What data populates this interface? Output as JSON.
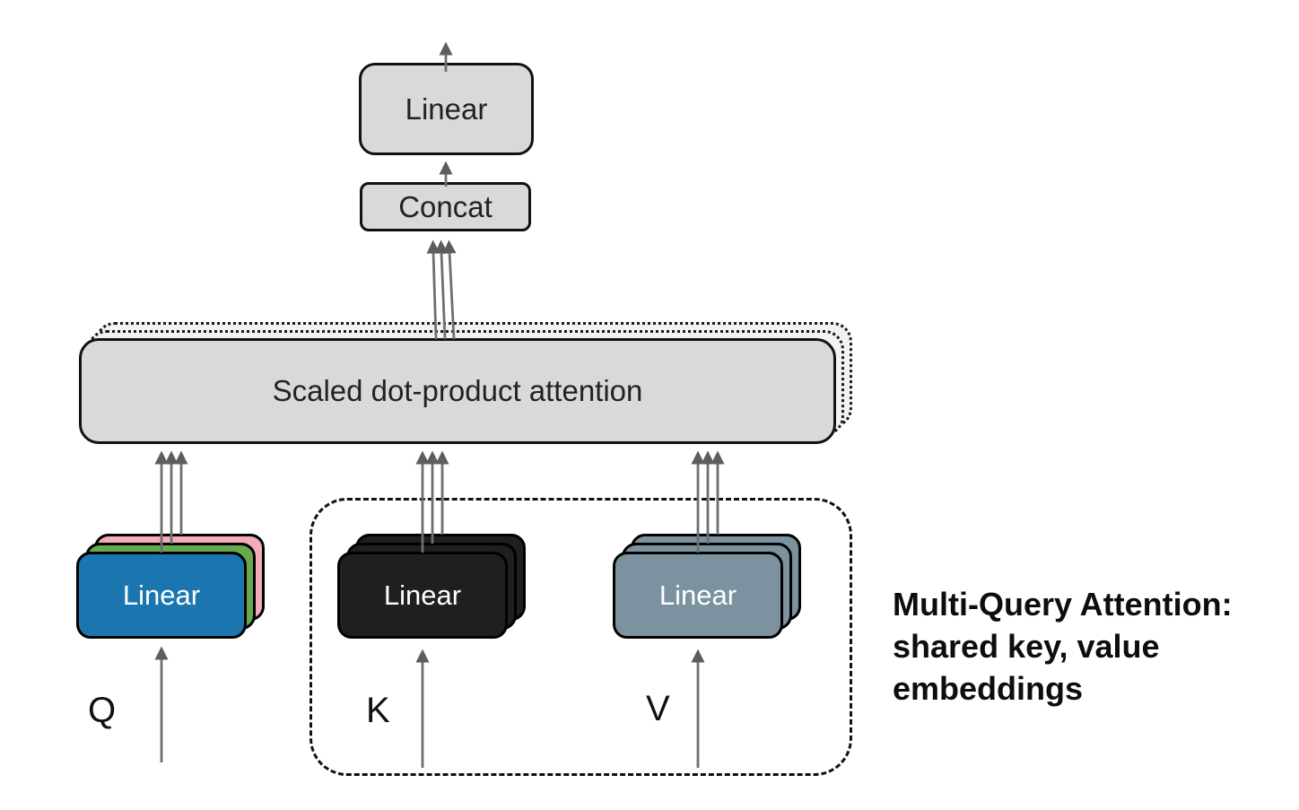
{
  "nodes": {
    "output_linear": {
      "label": "Linear"
    },
    "concat": {
      "label": "Concat"
    },
    "attention": {
      "label": "Scaled dot-product attention"
    },
    "q_stack": {
      "label": "Linear",
      "input_label": "Q"
    },
    "k_stack": {
      "label": "Linear",
      "input_label": "K"
    },
    "v_stack": {
      "label": "Linear",
      "input_label": "V"
    }
  },
  "annotation": {
    "lines": [
      "Multi-Query Attention:",
      "shared key, value",
      "embeddings"
    ]
  },
  "palette": {
    "box_fill_gray": "#D9D9D9",
    "ghost_fill_gray": "#F2F2F2",
    "query_front_blue": "#1B76B0",
    "query_middle_green": "#68A94D",
    "query_back_pink": "#F5ACBA",
    "key_black": "#1F1F1F",
    "value_slate": "#7C92A0",
    "arrow_gray": "#6B6B6B",
    "border_black": "#111111"
  }
}
